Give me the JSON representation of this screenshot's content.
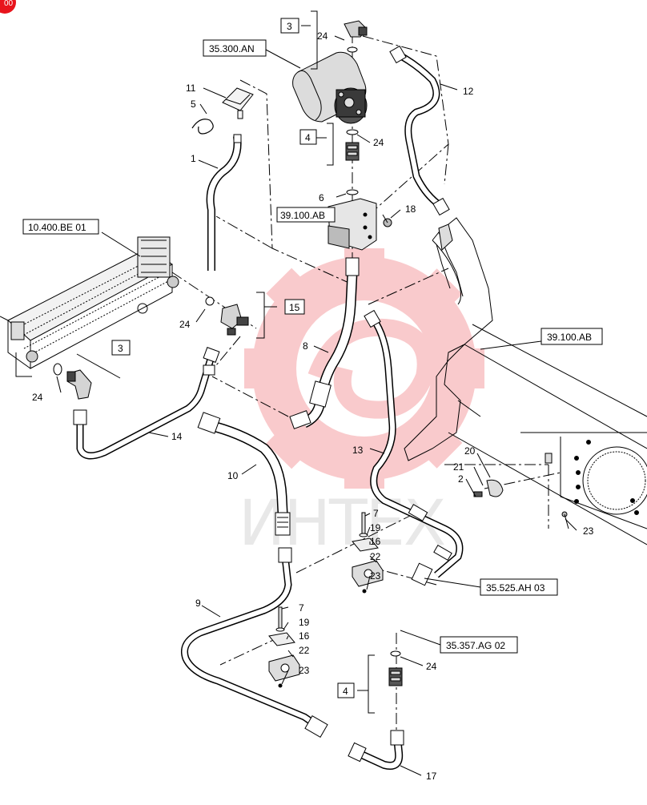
{
  "watermark": {
    "text": "ИНТЕХ",
    "color": "#e8141c"
  },
  "corner_badge": {
    "text": "00"
  },
  "reference_boxes": {
    "r_35_300_an": "35.300.AN",
    "r_39_100_ab_top": "39.100.AB",
    "r_10_400_be_01": "10.400.BE 01",
    "r_39_100_ab_right": "39.100.AB",
    "r_35_525_ah_03": "35.525.AH 03",
    "r_35_357_ag_02": "35.357.AG 02"
  },
  "group_boxes": {
    "g3_top": "3",
    "g4_top": "4",
    "g15": "15",
    "g3_left": "3",
    "g4_bottom": "4"
  },
  "callouts": {
    "c24_a": "24",
    "c12": "12",
    "c11": "11",
    "c5": "5",
    "c24_b": "24",
    "c1": "1",
    "c6": "6",
    "c18": "18",
    "c24_c": "24",
    "c8": "8",
    "c24_d": "24",
    "c14": "14",
    "c10": "10",
    "c13": "13",
    "c20": "20",
    "c21": "21",
    "c2": "2",
    "c23_a": "23",
    "c7_a": "7",
    "c19_a": "19",
    "c16_a": "16",
    "c22_a": "22",
    "c23_b": "23",
    "c9": "9",
    "c7_b": "7",
    "c19_b": "19",
    "c16_b": "16",
    "c22_b": "22",
    "c23_c": "23",
    "c24_e": "24",
    "c17": "17"
  }
}
